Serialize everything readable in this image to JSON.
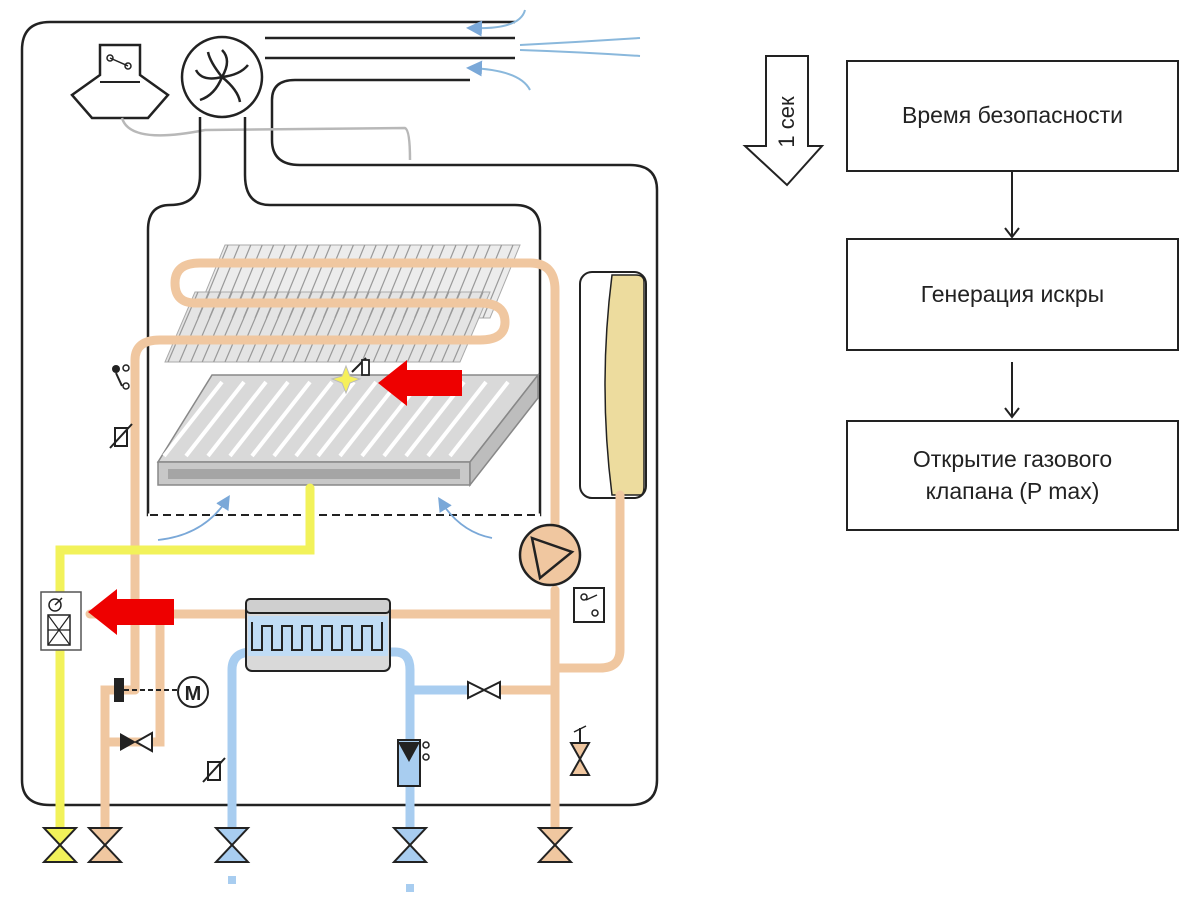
{
  "flowchart": {
    "time_step_label": "1 сек",
    "steps": [
      {
        "label": "Время безопасности"
      },
      {
        "label": "Генерация искры"
      },
      {
        "label": "Открытие газового\nклапана (P max)"
      }
    ]
  },
  "colors": {
    "heating_circuit": "#f0c7a0",
    "cold_water": "#a8cdf0",
    "gas_line": "#f2f25a",
    "arrow": "#ee0000",
    "outline": "#222222",
    "expansion_tank": "#eddc9e"
  }
}
